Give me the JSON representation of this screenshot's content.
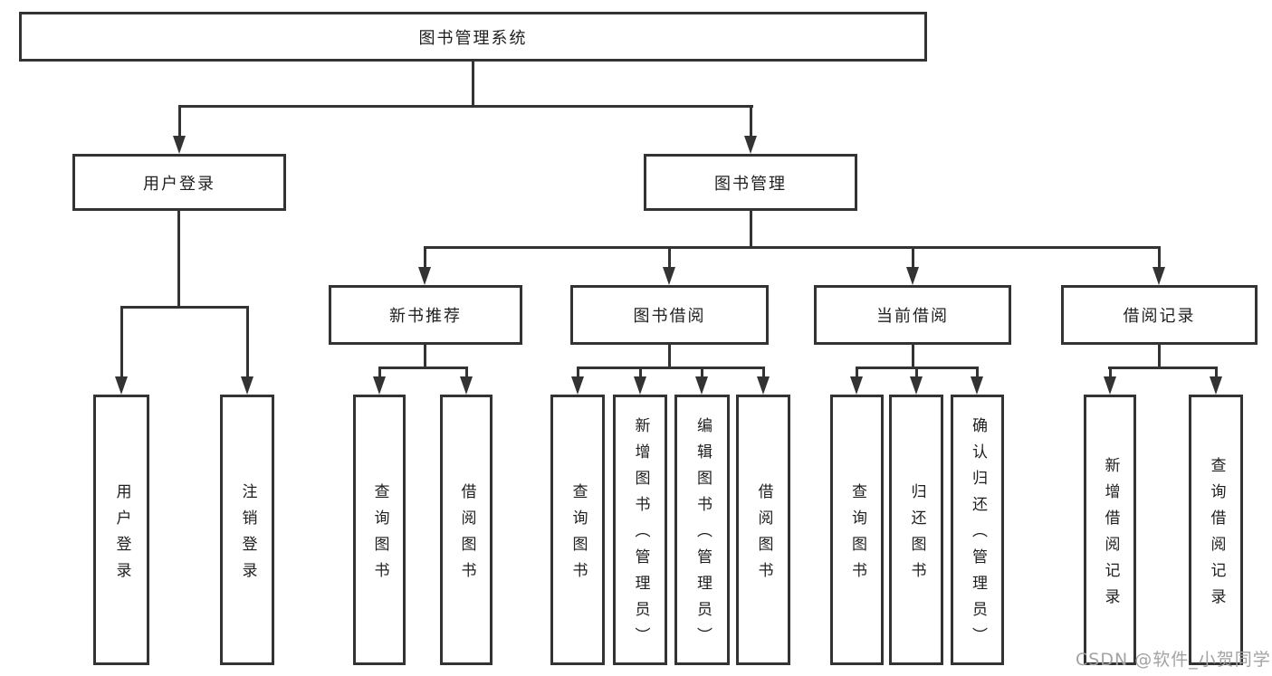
{
  "diagram": {
    "root": {
      "label": "图书管理系统"
    },
    "level2": [
      {
        "label": "用户登录"
      },
      {
        "label": "图书管理"
      }
    ],
    "level3": [
      {
        "label": "新书推荐"
      },
      {
        "label": "图书借阅"
      },
      {
        "label": "当前借阅"
      },
      {
        "label": "借阅记录"
      }
    ],
    "leaves": [
      {
        "label": "用户登录",
        "parent": "用户登录"
      },
      {
        "label": "注销登录",
        "parent": "用户登录"
      },
      {
        "label": "查询图书",
        "parent": "新书推荐"
      },
      {
        "label": "借阅图书",
        "parent": "新书推荐"
      },
      {
        "label": "查询图书",
        "parent": "图书借阅"
      },
      {
        "label": "新增图书（管理员）",
        "parent": "图书借阅"
      },
      {
        "label": "编辑图书（管理员）",
        "parent": "图书借阅"
      },
      {
        "label": "借阅图书",
        "parent": "图书借阅"
      },
      {
        "label": "查询图书",
        "parent": "当前借阅"
      },
      {
        "label": "归还图书",
        "parent": "当前借阅"
      },
      {
        "label": "确认归还（管理员）",
        "parent": "当前借阅"
      },
      {
        "label": "新增借阅记录",
        "parent": "借阅记录"
      },
      {
        "label": "查询借阅记录",
        "parent": "借阅记录"
      }
    ]
  },
  "watermark": {
    "text": "CSDN @软件_小贺同学"
  },
  "colors": {
    "line": "#333333",
    "border": "#333333",
    "text": "#1f1f1f",
    "background": "#ffffff",
    "watermark": "#a3a3a3"
  }
}
